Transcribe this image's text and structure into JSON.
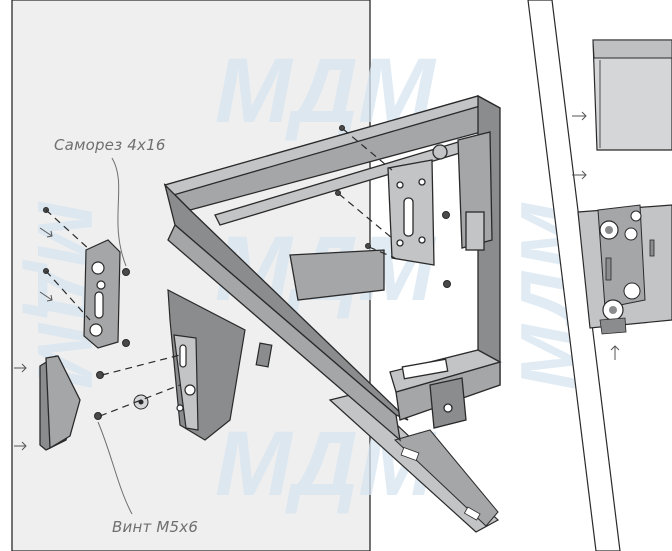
{
  "labels": {
    "self_tapping_screw": "Саморез 4x16",
    "bolt": "Винт М5x6"
  },
  "watermark": {
    "text": "MДM",
    "color": "#d6e4f1"
  },
  "colors": {
    "panel": "#efefef",
    "metal_dark": "#8b8c8e",
    "metal_mid": "#a5a6a8",
    "metal_light": "#c3c4c6",
    "outline": "#2a2a2a",
    "label": "#6f6f6f"
  }
}
